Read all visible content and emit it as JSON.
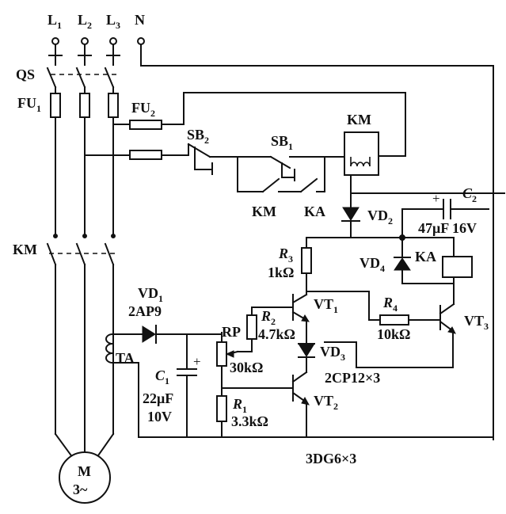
{
  "labels": {
    "L1": "L",
    "L1_sub": "1",
    "L2": "L",
    "L2_sub": "2",
    "L3": "L",
    "L3_sub": "3",
    "N": "N",
    "QS": "QS",
    "FU1": "FU",
    "FU1_sub": "1",
    "FU2": "FU",
    "FU2_sub": "2",
    "SB2": "SB",
    "SB2_sub": "2",
    "SB1": "SB",
    "SB1_sub": "1",
    "KM_coil": "KM",
    "KM_contact": "KM",
    "KA_contact": "KA",
    "VD2": "VD",
    "VD2_sub": "2",
    "C2_plus": "+",
    "C2": "C",
    "C2_sub": "2",
    "C2_value": "47μF 16V",
    "VD4": "VD",
    "VD4_sub": "4",
    "KA_coil": "KA",
    "R3": "R",
    "R3_sub": "3",
    "R3_value": "1kΩ",
    "KM_main": "KM",
    "VD1": "VD",
    "VD1_sub": "1",
    "VD1_type": "2AP9",
    "VT1": "VT",
    "VT1_sub": "1",
    "R2": "R",
    "R2_sub": "2",
    "R2_value": "4.7kΩ",
    "RP": "RP",
    "R4": "R",
    "R4_sub": "4",
    "R4_value": "10kΩ",
    "VT3": "VT",
    "VT3_sub": "3",
    "TA": "TA",
    "VD3": "VD",
    "VD3_sub": "3",
    "RP_value": "30kΩ",
    "diode_type": "2CP12×3",
    "C1_plus": "+",
    "C1": "C",
    "C1_sub": "1",
    "C1_value": "22μF",
    "C1_voltage": "10V",
    "VT2": "VT",
    "VT2_sub": "2",
    "R1": "R",
    "R1_sub": "1",
    "R1_value": "3.3kΩ",
    "transistor_type": "3DG6×3",
    "motor": "M",
    "motor_phase": "3~"
  }
}
